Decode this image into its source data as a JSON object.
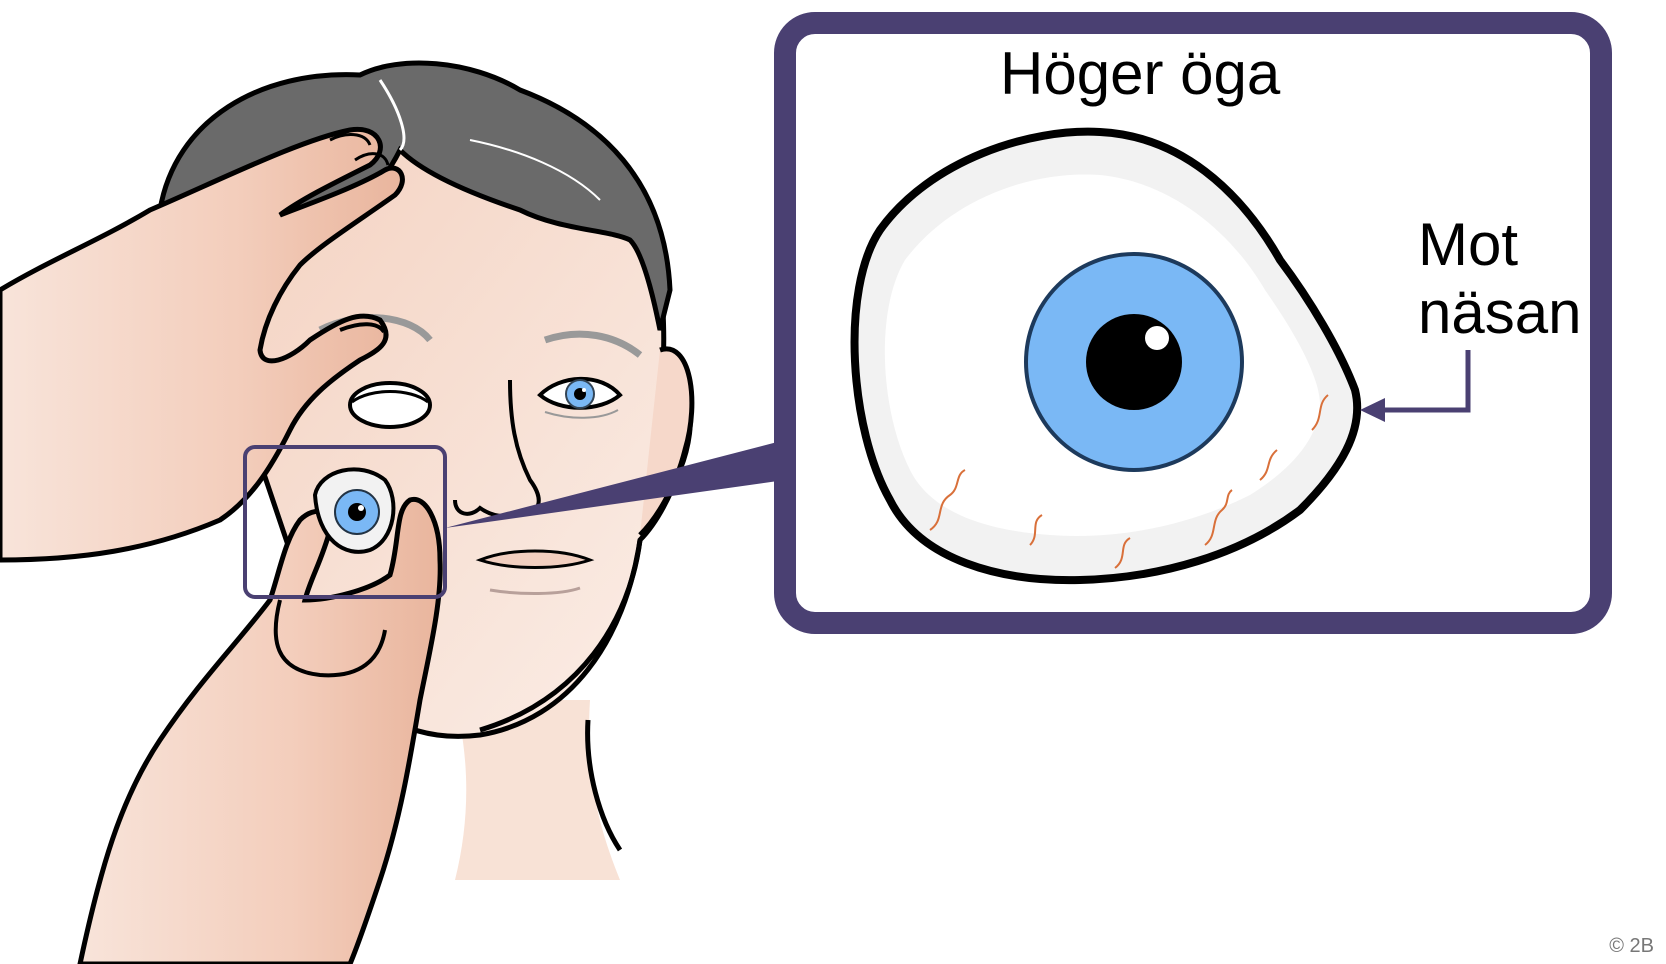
{
  "title": "Höger öga",
  "nose_label": [
    "Mot",
    "näsan"
  ],
  "copyright": "© 2B",
  "colors": {
    "frame": "#4a4072",
    "skin": "#f6ddd0",
    "skin_shadow": "#eec2ad",
    "hair": "#666666",
    "iris": "#7ab8f5",
    "sclera": "#f2f2f2",
    "vein": "#d9703a"
  },
  "icons": [
    "hand",
    "face",
    "eye",
    "arrow"
  ]
}
